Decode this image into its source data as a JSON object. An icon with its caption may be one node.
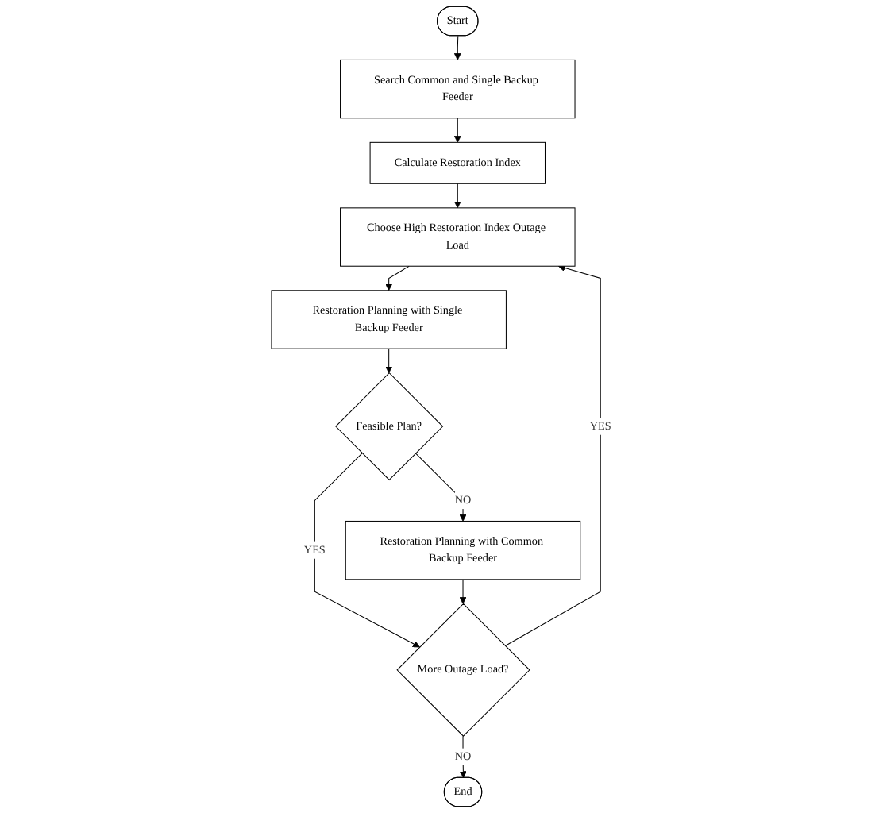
{
  "diagram": {
    "nodes": [
      {
        "text": [
          "Start"
        ]
      },
      {
        "text": [
          "Search Common and Single Backup Feeder"
        ]
      },
      {
        "text": [
          "Calculate Restoration Index"
        ]
      },
      {
        "text": [
          "Choose High Restoration Index Outage Load"
        ]
      },
      {
        "text": [
          "Restoration Planning with Single Backup Feeder"
        ]
      },
      {
        "text": [
          "Feasible Plan?"
        ]
      },
      {
        "text": [
          "Restoration Planning with Common Backup Feeder"
        ]
      },
      {
        "text": [
          "More Outage Load?"
        ]
      },
      {
        "text": [
          "End"
        ]
      }
    ],
    "edges": [
      {
        "from": 0,
        "to": 1,
        "arrow": "to"
      },
      {
        "from": 1,
        "to": 2,
        "arrow": "to"
      },
      {
        "from": 2,
        "to": 3,
        "arrow": "to"
      },
      {
        "from": 3,
        "to": 4,
        "arrow": "to"
      },
      {
        "from": 4,
        "to": 5,
        "arrow": "to"
      },
      {
        "from": 5,
        "to": 6,
        "label": "NO",
        "arrow": "to"
      },
      {
        "from": 5,
        "to": 7,
        "label": "YES",
        "arrow": "to"
      },
      {
        "from": 6,
        "to": 7,
        "arrow": "to"
      },
      {
        "from": 7,
        "to": 3,
        "label": "YES",
        "arrow": "to"
      },
      {
        "from": 7,
        "to": 8,
        "label": "NO",
        "arrow": "to"
      }
    ]
  }
}
